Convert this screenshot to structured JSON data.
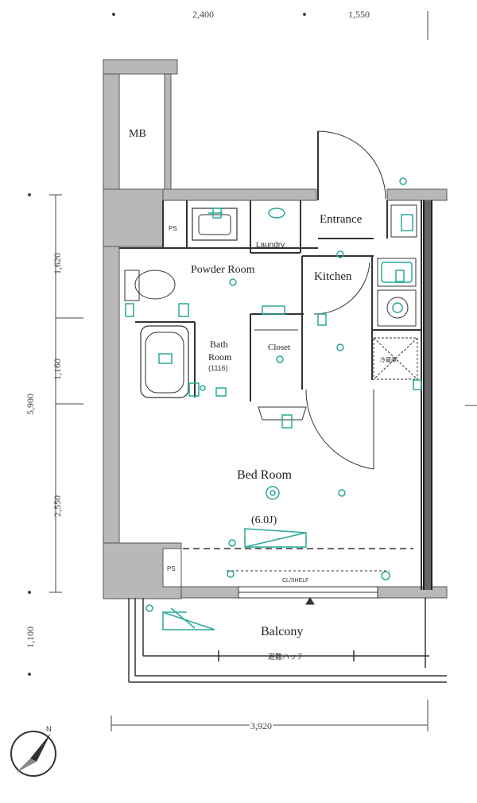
{
  "dimensions": {
    "top_left": "2,400",
    "top_right": "1,550",
    "left_total": "5,900",
    "left_upper": "1,620",
    "left_middle": "1,160",
    "left_lower": "2,550",
    "balcony_depth": "1,100",
    "bottom_width": "3,920"
  },
  "rooms": {
    "mb": "MB",
    "ps_upper": "PS",
    "entrance": "Entrance",
    "laundry": "Laundry",
    "powder_room": "Powder Room",
    "kitchen": "Kitchen",
    "bath_room_line1": "Bath",
    "bath_room_line2": "Room",
    "bath_room_size": "(1116)",
    "closet": "Closet",
    "bed_room": "Bed Room",
    "bed_room_size": "(6.0J)",
    "ps_lower": "PS",
    "balcony": "Balcony",
    "closet_shelf": "CL/SHELF",
    "refrigerator": "冷蔵庫",
    "balcony_note": "避難ハッチ"
  },
  "colors": {
    "wall": "#b8b8b8",
    "wall_outline": "#555555",
    "line": "#333333",
    "fixture": "#2aa89a",
    "background": "#ffffff"
  },
  "icons": {
    "compass": "north-arrow-icon"
  }
}
